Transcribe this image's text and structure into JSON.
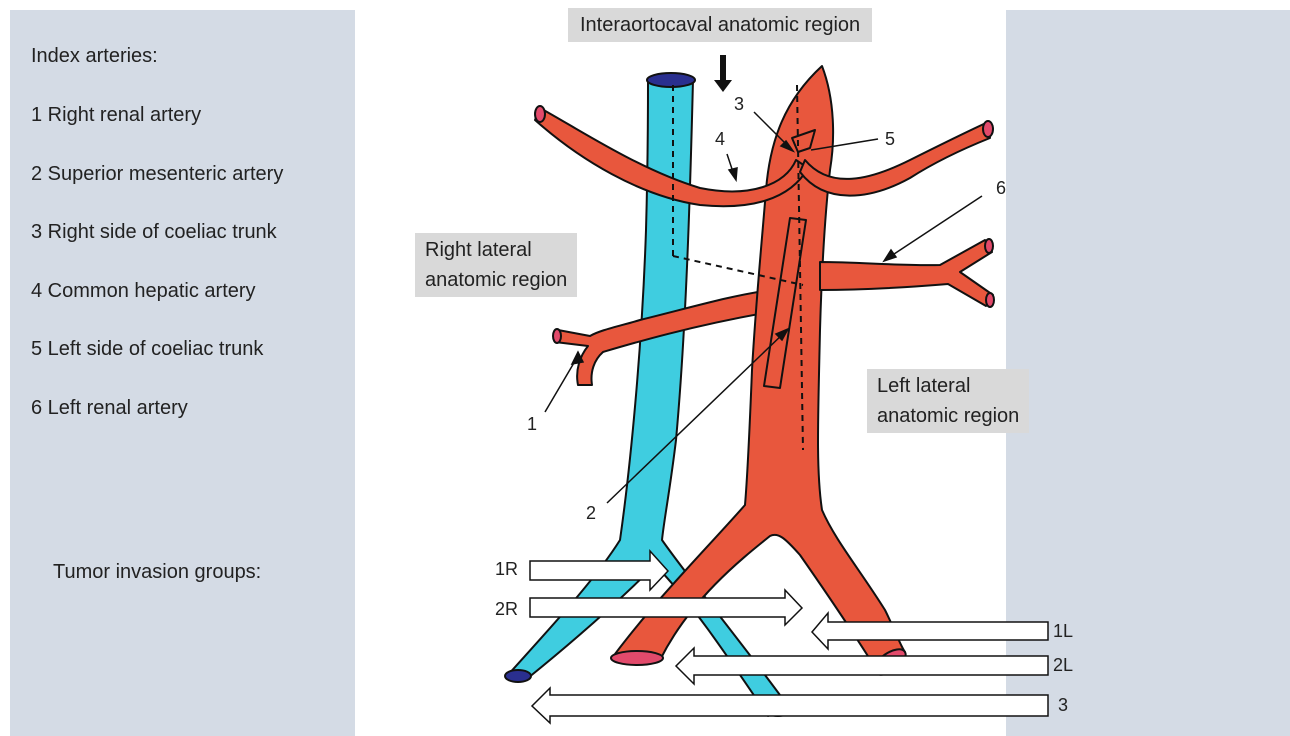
{
  "index_arteries": {
    "title": "Index arteries:",
    "items": [
      "1 Right renal artery",
      "2 Superior mesenteric artery",
      "3 Right side of coeliac trunk",
      "4 Common hepatic artery",
      "5 Left side of coeliac trunk",
      "6 Left renal artery"
    ]
  },
  "tumor_groups_title": "Tumor invasion groups:",
  "regions": {
    "interaortocaval": "Interaortocaval anatomic region",
    "right_lateral": [
      "Right lateral",
      "anatomic region"
    ],
    "left_lateral": [
      "Left lateral",
      "anatomic region"
    ]
  },
  "artery_labels": [
    "1",
    "2",
    "3",
    "4",
    "5",
    "6"
  ],
  "group_labels": [
    "1R",
    "2R",
    "1L",
    "2L",
    "3"
  ],
  "colors": {
    "vena_cava": "#3fcde0",
    "vena_cava_end": "#2a2f8f",
    "aorta": "#e8573d",
    "aorta_end": "#e24a6b",
    "panel": "#d4dbe5",
    "label_box": "#d9d9d9"
  }
}
